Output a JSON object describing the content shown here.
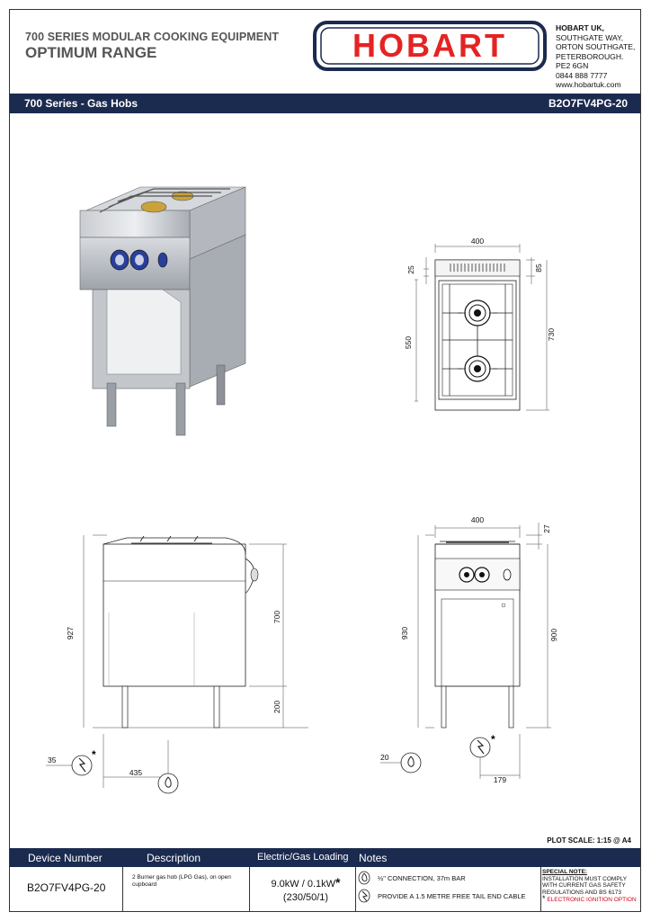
{
  "header": {
    "series": "700 SERIES MODULAR COOKING EQUIPMENT",
    "range": "OPTIMUM RANGE",
    "brand": "HOBART",
    "address": [
      "HOBART UK,",
      "SOUTHGATE WAY,",
      "ORTON SOUTHGATE,",
      "PETERBOROUGH.",
      "PE2 6GN",
      "0844 888 7777",
      "www.hobartuk.com"
    ],
    "colors": {
      "band": "#1b2a4f",
      "logo_red": "#e52323",
      "logo_border": "#1b2a4f",
      "burner_blue": "#2a3f9a",
      "note_red": "#d0021b"
    }
  },
  "title_band": {
    "title": "700 Series - Gas Hobs",
    "code": "B2O7FV4PG-20"
  },
  "drawings": {
    "top_view": {
      "width": "400",
      "depth": "730",
      "inner": "550",
      "left_small": "25",
      "right_small": "85"
    },
    "side_view": {
      "height": "927",
      "body": "700",
      "legs": "200",
      "gas_offset": "35",
      "base": "435"
    },
    "front_view": {
      "width": "400",
      "top": "27",
      "overall": "930",
      "body": "900",
      "gas_offset": "20",
      "elec_offset": "179"
    }
  },
  "plot_scale": "PLOT SCALE:  1:15 @ A4",
  "table": {
    "headers": {
      "device": "Device Number",
      "description": "Description",
      "loading": "Electric/Gas Loading",
      "notes": "Notes"
    },
    "device": "B2O7FV4PG-20",
    "description": "2 Burner gas hob (LPG Gas), on open cupboard",
    "loading_line1": "9.0kW / 0.1kW",
    "loading_star": "*",
    "loading_line2": "(230/50/1)",
    "note1": "½\" CONNECTION, 37m BAR",
    "note2": "PROVIDE A 1.5 METRE FREE TAIL END CABLE",
    "special_head": "SPECIAL NOTE:",
    "special_text": "INSTALLATION MUST COMPLY WITH CURRENT GAS SAFETY REGULATIONS AND BS 6173",
    "special_star": "*",
    "special_red": "ELECTRONIC IGNITION OPTION"
  }
}
